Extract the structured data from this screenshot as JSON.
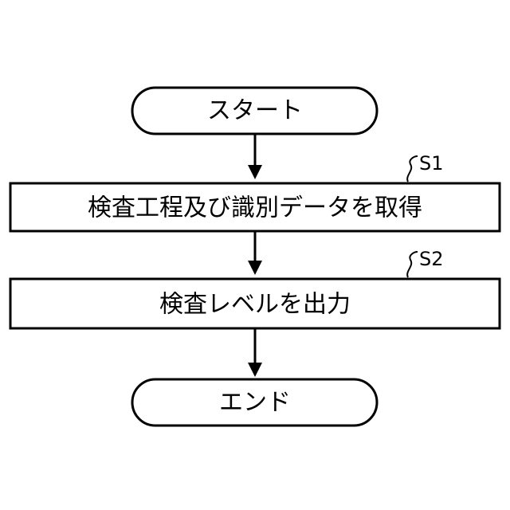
{
  "flowchart": {
    "start": {
      "label": "スタート"
    },
    "steps": [
      {
        "id": "S1",
        "label": "検査工程及び識別データを取得"
      },
      {
        "id": "S2",
        "label": "検査レベルを出力"
      }
    ],
    "end": {
      "label": "エンド"
    }
  }
}
